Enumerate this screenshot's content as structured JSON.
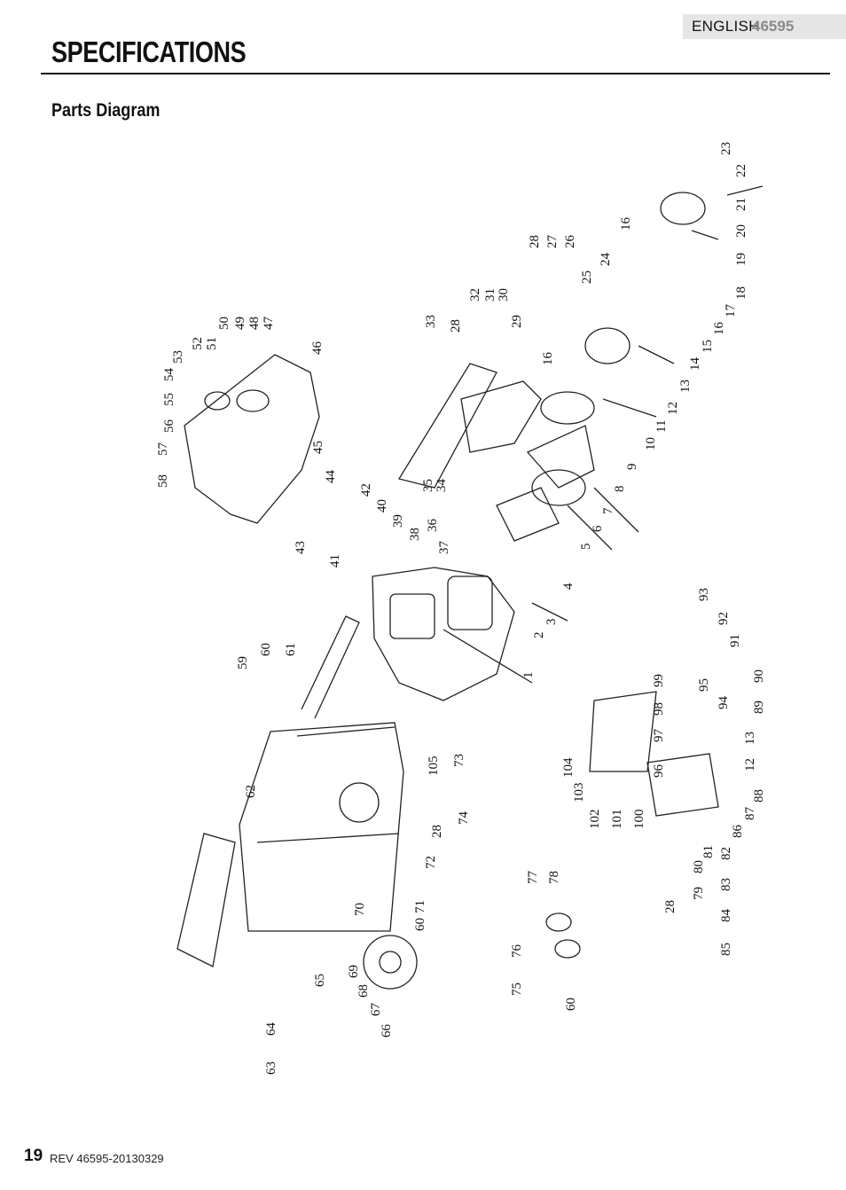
{
  "header": {
    "language": "ENGLISH",
    "model": "46595"
  },
  "page_title": "SPECIFICATIONS",
  "section_title": "Parts Diagram",
  "diagram": {
    "part_labels": [
      "1",
      "2",
      "3",
      "4",
      "5",
      "6",
      "7",
      "8",
      "9",
      "10",
      "11",
      "12",
      "13",
      "14",
      "15",
      "16",
      "17",
      "18",
      "19",
      "20",
      "21",
      "22",
      "23",
      "24",
      "25",
      "26",
      "27",
      "28",
      "29",
      "30",
      "31",
      "32",
      "33",
      "34",
      "35",
      "36",
      "37",
      "38",
      "39",
      "40",
      "41",
      "42",
      "43",
      "44",
      "45",
      "46",
      "47",
      "48",
      "49",
      "50",
      "51",
      "52",
      "53",
      "54",
      "55",
      "56",
      "57",
      "58",
      "59",
      "60",
      "61",
      "62",
      "63",
      "64",
      "65",
      "66",
      "67",
      "68",
      "69",
      "70",
      "71",
      "72",
      "73",
      "74",
      "75",
      "76",
      "77",
      "78",
      "79",
      "80",
      "81",
      "82",
      "83",
      "84",
      "85",
      "86",
      "87",
      "88",
      "89",
      "90",
      "91",
      "92",
      "93",
      "94",
      "95",
      "96",
      "97",
      "98",
      "99",
      "100",
      "101",
      "102",
      "103",
      "104",
      "105"
    ]
  },
  "footer": {
    "page_number": "19",
    "revision": "REV 46595-20130329"
  }
}
